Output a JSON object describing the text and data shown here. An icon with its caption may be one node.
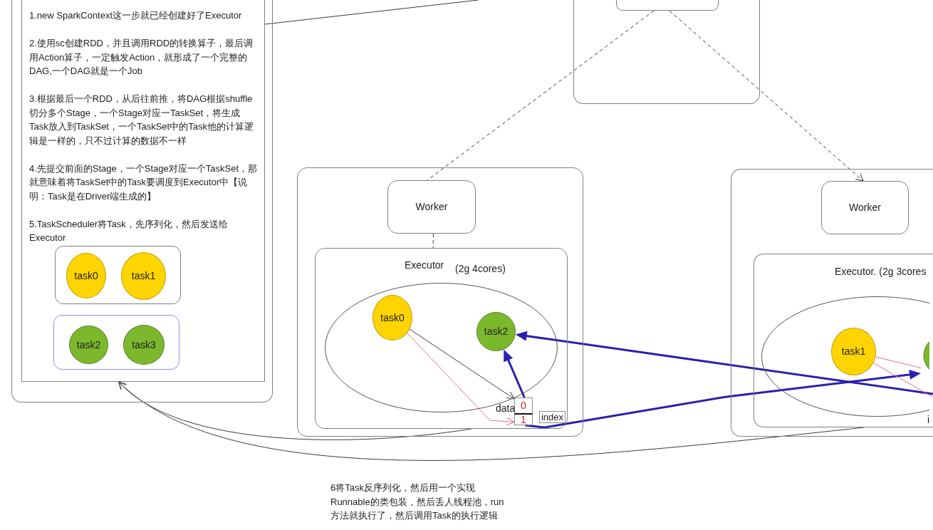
{
  "diagram": {
    "nodes": [
      {
        "text": [],
        "shape": "box"
      },
      {
        "text": [
          "1.new SparkContext这一步就已经创建好了Executor",
          "2.使用sc创建RDD，并且调用RDD的转换算子，最后调用Action算子，一定触发Action，就形成了一个完整的DAG,一个DAG就是一个Job",
          "3.根据最后一个RDD，从后往前推，将DAG根据shuffle切分多个Stage，一个Stage对应一TaskSet，将生成Task放入到TaskSet，一个TaskSet中的Task他的计算逻辑是一样的，只不过计算的数据不一样",
          "4.先提交前面的Stage，一个Stage对应一个TaskSet，那就意味着将TaskSet中的Task要调度到Executor中【说明：Task是在Driver端生成的】",
          "5.TaskScheduler将Task，先序列化，然后发送给Executor"
        ],
        "in": 0
      },
      {
        "text": [],
        "shape": "box",
        "in": 1
      },
      {
        "text": [
          "task0"
        ],
        "in": 2
      },
      {
        "text": [
          "task1"
        ],
        "in": 2
      },
      {
        "text": [],
        "shape": "box",
        "in": 1
      },
      {
        "text": [
          "task2"
        ],
        "in": 5
      },
      {
        "text": [
          "task3"
        ],
        "in": 5
      },
      {
        "text": [],
        "shape": "box"
      },
      {
        "text": [],
        "shape": "box",
        "in": 8
      },
      {
        "text": [],
        "shape": "box"
      },
      {
        "text": [
          "Worker"
        ],
        "in": 10
      },
      {
        "text": [
          "Executor",
          "(2g 4cores)"
        ],
        "in": 10
      },
      {
        "text": [],
        "shape": "ellipse",
        "in": 12
      },
      {
        "text": [
          "task0"
        ],
        "in": 13
      },
      {
        "text": [
          "task2"
        ],
        "in": 13
      },
      {
        "text": [
          "0"
        ],
        "beside": [
          "data"
        ],
        "in": 12
      },
      {
        "text": [
          "1"
        ],
        "in": 12
      },
      {
        "text": [
          "index"
        ],
        "in": 12
      },
      {
        "text": [],
        "shape": "box"
      },
      {
        "text": [
          "Worker"
        ],
        "in": 19
      },
      {
        "text": [
          "Executor. (2g 3cores"
        ],
        "in": 19
      },
      {
        "text": [],
        "shape": "ellipse",
        "in": 21
      },
      {
        "text": [
          "task1"
        ],
        "in": 22
      },
      {
        "text": [],
        "shape": "circle",
        "in": 22
      }
    ],
    "edges": [
      {
        "from": 1,
        "to": null,
        "arrow": "none"
      },
      {
        "from": 9,
        "to": 11,
        "arrow": "none",
        "style": "dashed"
      },
      {
        "from": 9,
        "to": 20,
        "arrow": "to",
        "style": "dashed"
      },
      {
        "from": 11,
        "to": 12,
        "arrow": "none",
        "style": "dashed"
      },
      {
        "from": 14,
        "to": 16,
        "arrow": "to"
      },
      {
        "from": 14,
        "to": 17,
        "arrow": "to",
        "color": "#e8707e"
      },
      {
        "from": 16,
        "to": 15,
        "arrow": "to",
        "style": "thick",
        "color": "#2a20b0"
      },
      {
        "from": 17,
        "to": 24,
        "arrow": "to",
        "style": "thick",
        "color": "#2a20b0"
      },
      {
        "from": 21,
        "to": 15,
        "arrow": "to",
        "style": "thick",
        "color": "#2a20b0"
      },
      {
        "from": 23,
        "to": 24,
        "arrow": "none",
        "color": "#e8707e"
      },
      {
        "from": 23,
        "to": null,
        "arrow": "none",
        "color": "#e8707e"
      },
      {
        "from": 12,
        "to": 1,
        "arrow": "to"
      },
      {
        "from": 21,
        "to": 1,
        "arrow": "to"
      }
    ],
    "labels": [
      "i",
      "6将Task反序列化，然后用一个实现Runnable的类包装，然后丢人线程池，run方法就执行了，然后调用Task的执行逻辑"
    ]
  }
}
